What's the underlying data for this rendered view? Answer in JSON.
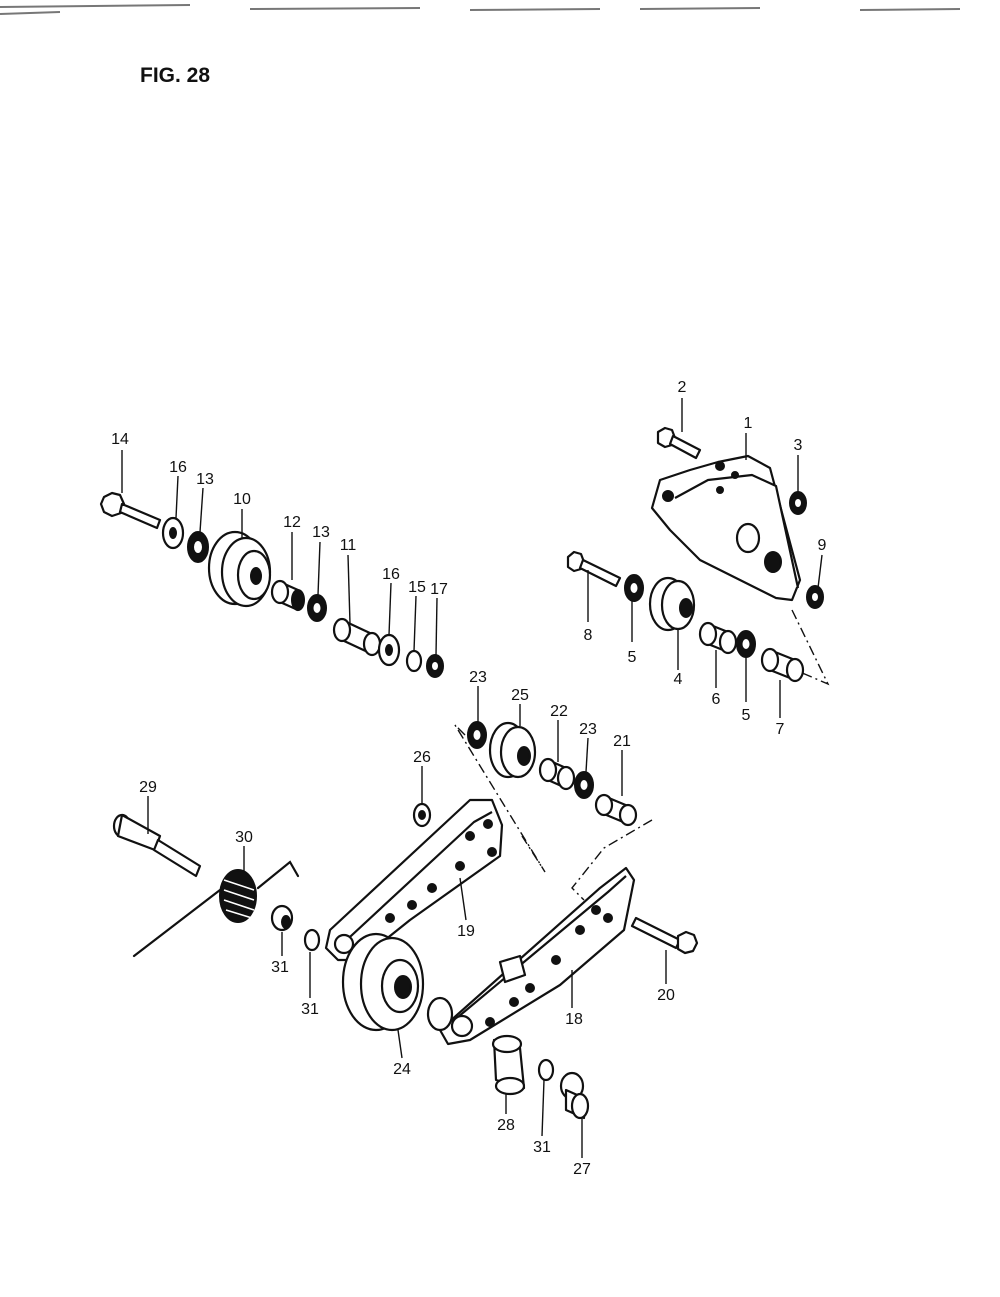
{
  "figure": {
    "title": "FIG. 28"
  },
  "callouts": [
    "1",
    "2",
    "3",
    "4",
    "5",
    "5",
    "6",
    "7",
    "8",
    "9",
    "10",
    "11",
    "12",
    "13",
    "13",
    "14",
    "15",
    "16",
    "16",
    "17",
    "18",
    "19",
    "20",
    "21",
    "22",
    "23",
    "23",
    "24",
    "25",
    "26",
    "27",
    "28",
    "29",
    "30",
    "31",
    "31",
    "31"
  ],
  "colors": {
    "ink": "#111111",
    "paper": "#ffffff"
  }
}
